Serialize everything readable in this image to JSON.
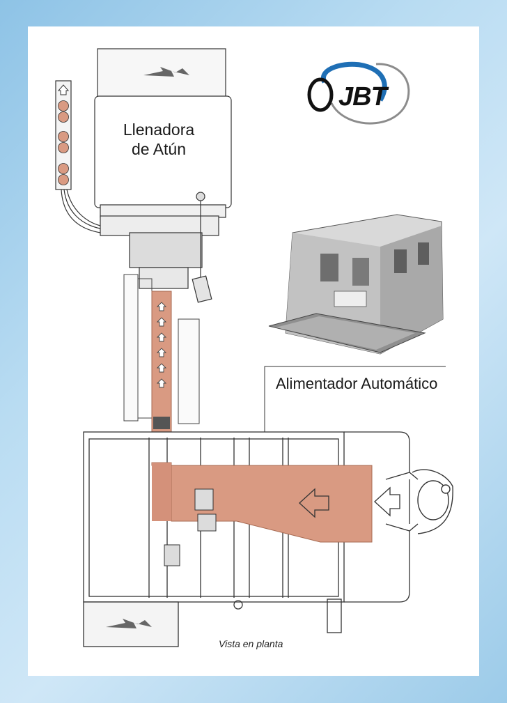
{
  "labels": {
    "filler": "Llenadora\nde Atún",
    "feeder": "Alimentador Automático",
    "view": "Vista en planta"
  },
  "logo": {
    "text": "JBT"
  },
  "colors": {
    "flow": "#d99a82",
    "flow_dark": "#c98366",
    "line": "#333333",
    "machine_light": "#e6e6e6",
    "machine_mid": "#b8b8b8",
    "machine_dark": "#6e6e6e",
    "logo_blue": "#1f6fb5",
    "logo_gray": "#8c8c8c"
  },
  "icons": {
    "power": "lightning-arrow-icon",
    "direction": "up-arrow-icon",
    "feed": "left-arrow-icon",
    "operator": "operator-figure-icon"
  }
}
